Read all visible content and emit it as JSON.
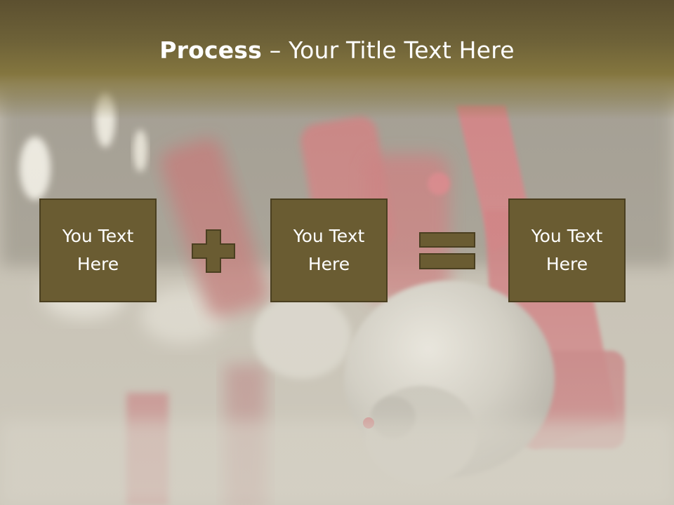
{
  "title": {
    "bold": "Process",
    "separator": " – ",
    "rest": "Your Title Text Here"
  },
  "boxes": [
    {
      "text": "You Text Here"
    },
    {
      "text": "You Text Here"
    },
    {
      "text": "You Text Here"
    }
  ],
  "operators": [
    "plus-icon",
    "equals-icon"
  ],
  "colors": {
    "box_fill": "#6a5c32",
    "box_border": "#4a3f20",
    "title_band": "#6e6238",
    "operator_fill": "#6a5c32",
    "text": "#ffffff"
  }
}
